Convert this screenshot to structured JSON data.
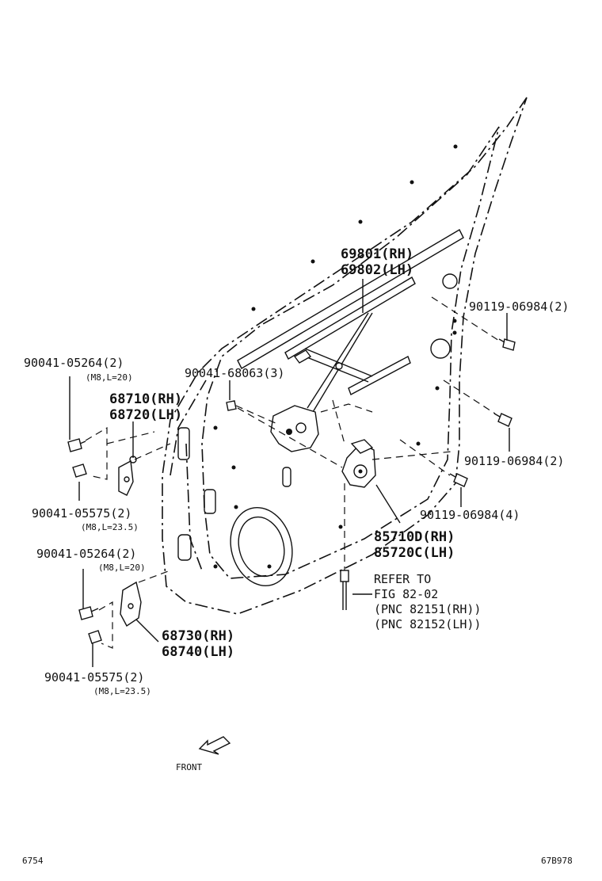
{
  "labels": {
    "regulator_rh": "69801(RH)",
    "regulator_lh": "69802(LH)",
    "bolt_top_right": "90119-06984(2)",
    "bolt_mid_right": "90119-06984(2)",
    "bolt_low_right": "90119-06984(4)",
    "bolt_center": "90041-68063(3)",
    "bolt_upper_left": "90041-05264(2)",
    "bolt_upper_left_spec": "(M8,L=20)",
    "hinge_upper_rh": "68710(RH)",
    "hinge_upper_lh": "68720(LH)",
    "bolt_mid_left": "90041-05575(2)",
    "bolt_mid_left_spec": "(M8,L=23.5)",
    "bolt_lower_left": "90041-05264(2)",
    "bolt_lower_left_spec": "(M8,L=20)",
    "hinge_lower_rh": "68730(RH)",
    "hinge_lower_lh": "68740(LH)",
    "bolt_bottom_left": "90041-05575(2)",
    "bolt_bottom_left_spec": "(M8,L=23.5)",
    "motor_rh": "85710D(RH)",
    "motor_lh": "85720C(LH)",
    "refer_to": "REFER TO",
    "refer_fig": "FIG 82-02",
    "refer_pnc_rh": "(PNC 82151(RH))",
    "refer_pnc_lh": "(PNC 82152(LH))",
    "front": "FRONT",
    "page_left": "6754",
    "page_right": "67B978"
  },
  "icons": {
    "front_arrow": "front-direction-arrow-icon"
  }
}
